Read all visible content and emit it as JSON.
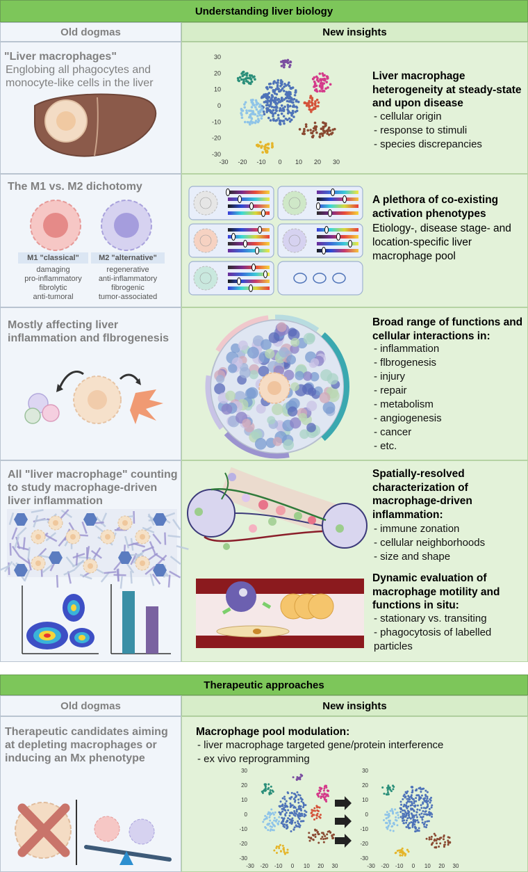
{
  "section1": {
    "title": "Understanding liver biology",
    "old_header": "Old dogmas",
    "new_header": "New insights",
    "rows": [
      {
        "old_title": "\"Liver macrophages\"",
        "old_text": "Englobing all phagocytes and monocyte-like cells in the liver",
        "new_title": "Liver macrophage heterogeneity at steady-state and upon disease",
        "new_items": [
          "cellular origin",
          "response to stimuli",
          "species discrepancies"
        ]
      },
      {
        "old_title": "The M1 vs. M2 dichotomy",
        "m1_label": "M1 \"classical\"",
        "m2_label": "M2 \"alternative\"",
        "m1_traits": [
          "damaging",
          "pro-inflammatory",
          "fibrolytic",
          "anti-tumoral"
        ],
        "m2_traits": [
          "regenerative",
          "anti-inflammatory",
          "fibrogenic",
          "tumor-associated"
        ],
        "new_title": "A plethora of co-existing activation phenotypes",
        "new_text": "Etiology-, disease stage- and location-specific liver macrophage pool"
      },
      {
        "old_title": "Mostly affecting liver inflammation and flbrogenesis",
        "new_title": "Broad range of functions and cellular interactions in:",
        "new_items": [
          "inflammation",
          "flbrogenesis",
          "injury",
          "repair",
          "metabolism",
          "angiogenesis",
          "cancer",
          "etc."
        ]
      },
      {
        "old_title": "All \"liver macrophage\" counting to study macrophage-driven liver inflammation",
        "new_title_a": "Spatially-resolved characterization of macrophage-driven inflammation:",
        "new_items_a": [
          "immune zonation",
          "cellular neighborhoods",
          "size and shape"
        ],
        "new_title_b": "Dynamic evaluation of macrophage motility and functions in situ:",
        "new_items_b": [
          "stationary vs. transiting",
          "phagocytosis of labelled particles"
        ]
      }
    ]
  },
  "section2": {
    "title": "Therapeutic approaches",
    "old_header": "Old dogmas",
    "new_header": "New insights",
    "old_title": "Therapeutic candidates aiming at depleting macrophages or inducing an Mx phenotype",
    "new_title": "Macrophage pool modulation:",
    "new_items": [
      "liver macrophage targeted gene/protein interference",
      "ex vivo reprogramming"
    ]
  },
  "tsne_axis": {
    "ticks": [
      "-30",
      "-20",
      "-10",
      "0",
      "10",
      "20",
      "30"
    ],
    "ticks_rev": [
      "30",
      "20",
      "10",
      "0",
      "-10",
      "-20",
      "-30"
    ]
  },
  "colors": {
    "header_green": "#7dc65a",
    "old_bg": "#f1f5fa",
    "new_bg": "#e3f2d9",
    "cluster_blue": "#4e73b8",
    "bar_teal": "#3a8fa6",
    "bar_purple": "#7a62a0"
  }
}
